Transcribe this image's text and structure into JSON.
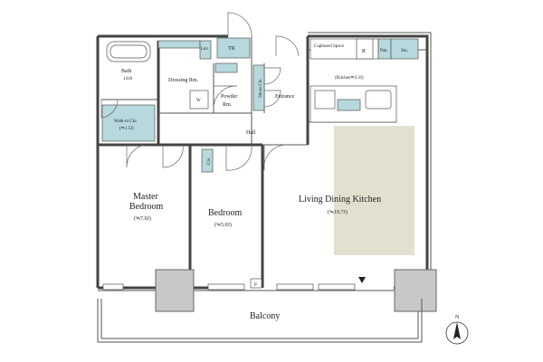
{
  "rooms": {
    "bath": {
      "name": "Bath",
      "code": "1418"
    },
    "dressing": {
      "name": "Dressing Rm."
    },
    "lav": {
      "name": "Lav."
    },
    "tr": {
      "name": "TR"
    },
    "powder": {
      "name": "Powder Rm."
    },
    "shoes": {
      "name": "Shoes Clo."
    },
    "entrance": {
      "name": "Entrance"
    },
    "cupboard": {
      "name": "Cupboard Space"
    },
    "refrigerator": {
      "name": "R"
    },
    "pan": {
      "name": "Pan."
    },
    "stu": {
      "name": "Stu."
    },
    "kitchen": {
      "name": "(Kitchen≒3.3J)"
    },
    "hall": {
      "name": "Hall"
    },
    "walkin": {
      "name": "Walk-in Clo.",
      "area": "(≒1.5J)"
    },
    "washer": {
      "name": "W"
    },
    "closet": {
      "name": "Clo."
    },
    "master": {
      "name": "Master",
      "name2": "Bedroom",
      "area": "(≒7.0J)"
    },
    "bedroom": {
      "name": "Bedroom",
      "area": "(≒5.0J)"
    },
    "ldk": {
      "name": "Living Dining Kitchen",
      "area": "(≒19.7J)"
    },
    "pipe": {
      "name": "P"
    },
    "balcony": {
      "name": "Balcony"
    }
  },
  "compass": {
    "label": "N"
  },
  "colors": {
    "wet_area": "#b7d8dc",
    "carpet": "#e4e0cf",
    "column": "#c8c8c8"
  }
}
